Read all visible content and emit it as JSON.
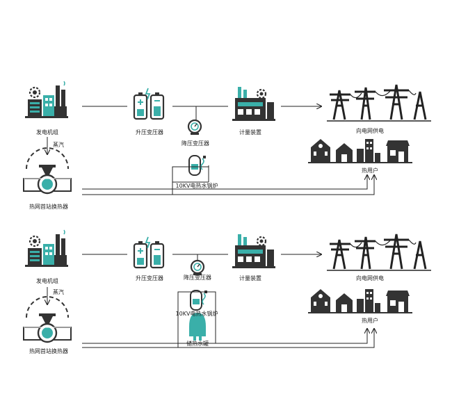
{
  "colors": {
    "accent": "#3aafa9",
    "ink": "#2a2a2a",
    "line": "#222222"
  },
  "diagrams": [
    {
      "labels": {
        "generator": "发电机组",
        "steam": "蒸汽",
        "exchanger": "热网首站换热器",
        "step_up": "升压变压器",
        "step_down": "降压变压器",
        "metering": "计量装置",
        "grid": "向电网供电",
        "heat_users": "热用户",
        "boiler": "10KV电热水锅炉"
      }
    },
    {
      "labels": {
        "generator": "发电机组",
        "steam": "蒸汽",
        "exchanger": "热网首站换热器",
        "step_up": "升压变压器",
        "step_down": "降压变压器",
        "metering": "计量装置",
        "grid": "向电网供电",
        "heat_users": "热用户",
        "boiler": "10KV电热水锅炉",
        "storage": "储热水罐"
      }
    }
  ]
}
